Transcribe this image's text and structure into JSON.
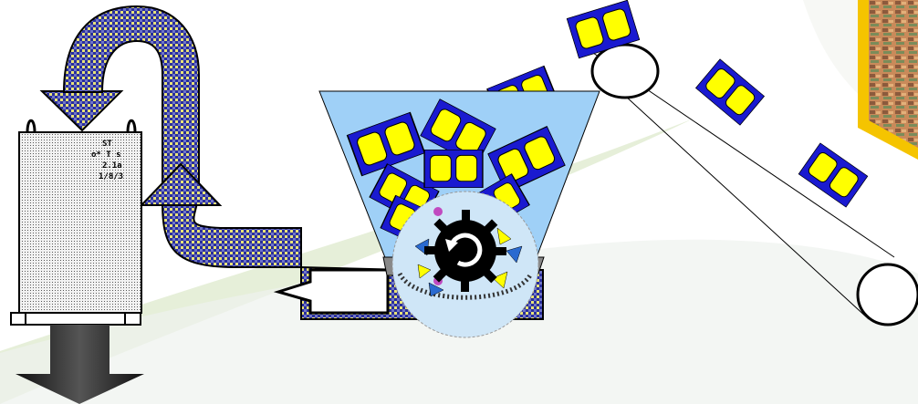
{
  "colors": {
    "background": "#ffffff",
    "swoosh_green": "#e6efd9",
    "swoosh_gray": "#e9ece9",
    "pattern_blue": "#2a2f9a",
    "pattern_yellow": "#e8e37a",
    "hopper_fill": "#9fd0f7",
    "tile_blue": "#1a1ad0",
    "tile_yellow": "#ffff00",
    "tile_outline": "#000000",
    "rotor_black": "#000000",
    "gold_frame": "#f5c400",
    "bin_gray": "#e0e0e0",
    "arrow_gray": "#333333"
  },
  "icons": {
    "bin": "filter-bin-icon",
    "discharge": "down-arrow-icon",
    "outlet_arrow": "left-arrow-icon",
    "recirculation": "u-turn-arrow-icon",
    "rotor": "rotor-icon",
    "belt_pulley": "pulley-icon",
    "scrap_photo": "photo-icon"
  },
  "bin": {
    "label_lines": [
      "ST",
      "o* T s",
      "2.1a",
      "1/8/3"
    ]
  }
}
